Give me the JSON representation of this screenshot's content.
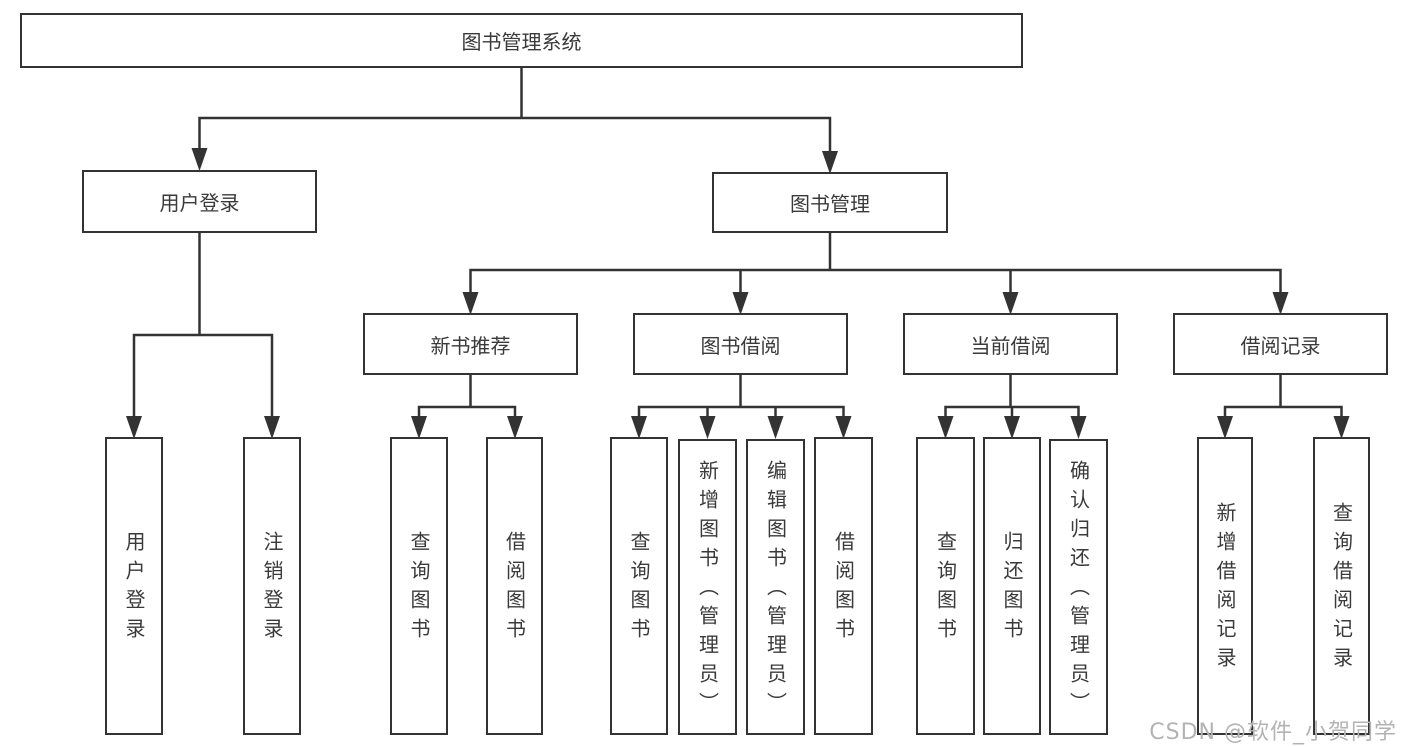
{
  "colors": {
    "line": "#333333",
    "text": "#3a3a3a",
    "watermark": "#b3b3b3",
    "bg": "#ffffff"
  },
  "tree": {
    "label": "图书管理系统",
    "children": [
      {
        "label": "用户登录",
        "children": [
          {
            "label": "用户登录"
          },
          {
            "label": "注销登录"
          }
        ]
      },
      {
        "label": "图书管理",
        "children": [
          {
            "label": "新书推荐",
            "children": [
              {
                "label": "查询图书"
              },
              {
                "label": "借阅图书"
              }
            ]
          },
          {
            "label": "图书借阅",
            "children": [
              {
                "label": "查询图书"
              },
              {
                "label": "新增图书（管理员）"
              },
              {
                "label": "编辑图书（管理员）"
              },
              {
                "label": "借阅图书"
              }
            ]
          },
          {
            "label": "当前借阅",
            "children": [
              {
                "label": "查询图书"
              },
              {
                "label": "归还图书"
              },
              {
                "label": "确认归还（管理员）"
              }
            ]
          },
          {
            "label": "借阅记录",
            "children": [
              {
                "label": "新增借阅记录"
              },
              {
                "label": "查询借阅记录"
              }
            ]
          }
        ]
      }
    ]
  },
  "watermark": "CSDN @软件_小贺同学"
}
